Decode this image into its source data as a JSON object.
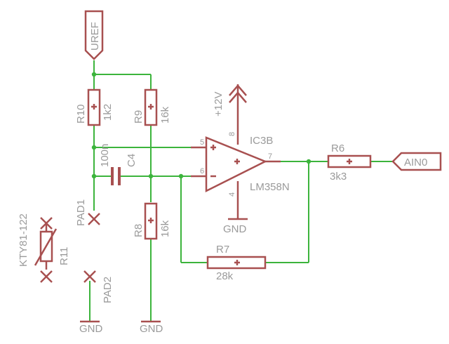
{
  "labels": {
    "uref": "UREF",
    "plus12v": "+12V",
    "ain0": "AIN0",
    "ic_name": "IC3B",
    "ic_value": "LM358N",
    "pin8": "8",
    "pin4": "4",
    "pin5": "5",
    "pin6": "6",
    "pin7": "7",
    "gnd_opamp": "GND",
    "gnd_pad2": "GND",
    "gnd_r8": "GND",
    "r10_name": "R10",
    "r10_value": "1k2",
    "r9_name": "R9",
    "r9_value": "16k",
    "r8_name": "R8",
    "r8_value": "16k",
    "r7_name": "R7",
    "r7_value": "28k",
    "r6_name": "R6",
    "r6_value": "3k3",
    "r11_name": "R11",
    "kty_name": "KTY81-122",
    "c4_name": "C4",
    "c4_value": "100n",
    "pad1": "PAD1",
    "pad2": "PAD2"
  }
}
